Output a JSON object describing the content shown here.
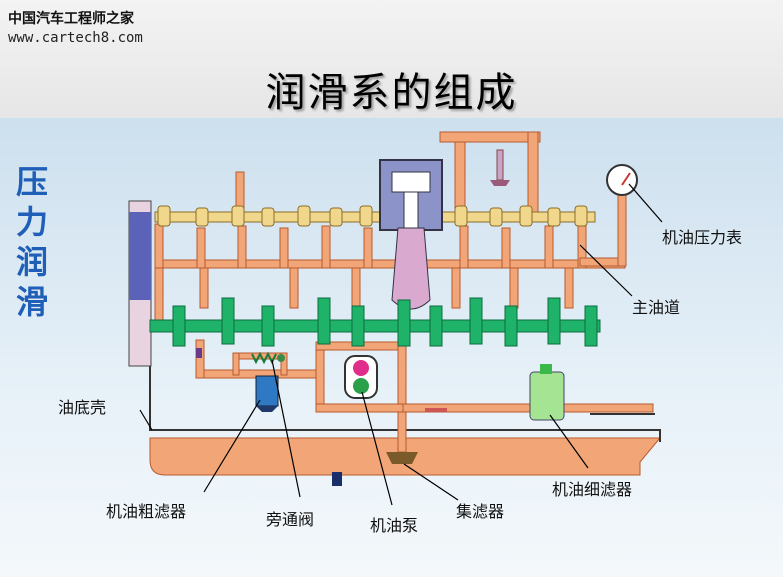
{
  "watermark": {
    "site_cn": "中国汽车工程师之家",
    "url": "www.cartech8.com"
  },
  "title": "润滑系的组成",
  "side_label": [
    "压",
    "力",
    "润",
    "滑"
  ],
  "labels": {
    "pressure_gauge": "机油压力表",
    "main_gallery": "主油道",
    "oil_pan": "油底壳",
    "fine_filter": "机油细滤器",
    "coarse_filter": "机油粗滤器",
    "bypass_valve": "旁通阀",
    "oil_pump": "机油泵",
    "strainer": "集滤器"
  },
  "colors": {
    "oil": "#f2a678",
    "pipe_edge": "#b85a2e",
    "crank": "#1fb36a",
    "cam": "#f1d78b",
    "piston": "#8b93c9"
  }
}
